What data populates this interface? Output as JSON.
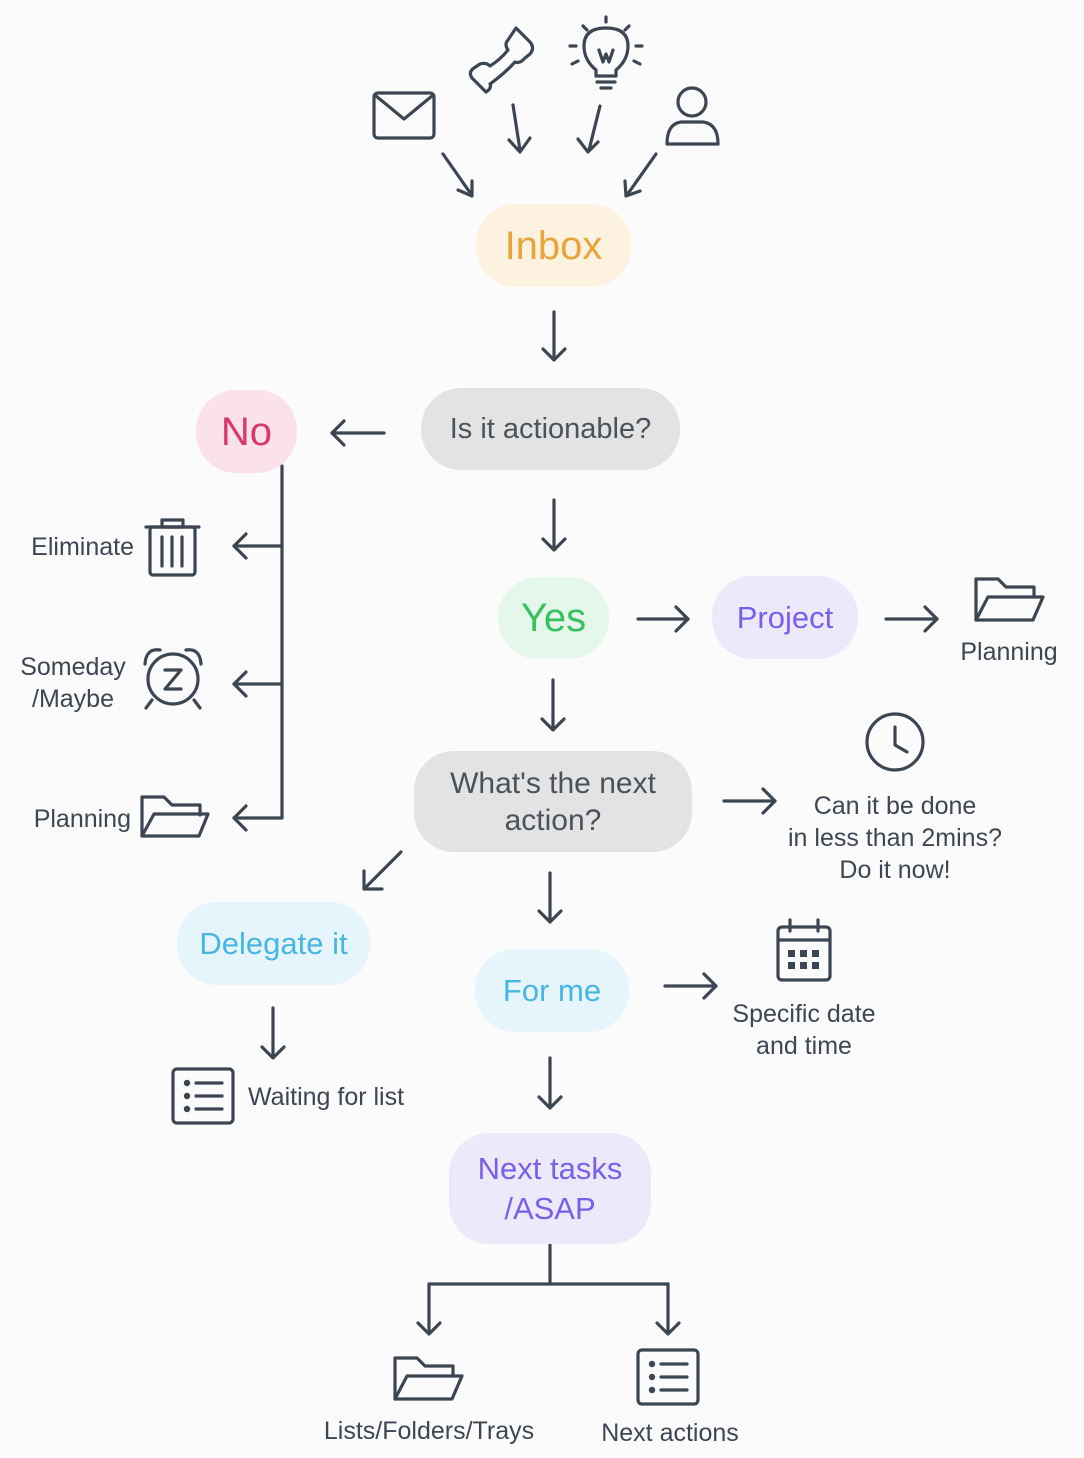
{
  "colors": {
    "line": "#3c4652",
    "inbox_bg": "#fdf1df",
    "inbox_text": "#e8a43c",
    "no_bg": "#fbe2ea",
    "no_text": "#d8386b",
    "gray_bg": "#e3e3e4",
    "gray_text": "#4a525c",
    "yes_bg": "#e4f7ea",
    "yes_text": "#37c160",
    "purple_bg": "#ece9fb",
    "purple_text": "#7a5fe8",
    "blue_bg": "#e6f5fb",
    "blue_text": "#46b6e2"
  },
  "icons": {
    "sources": [
      "envelope-icon",
      "phone-icon",
      "lightbulb-icon",
      "person-icon"
    ],
    "eliminate": "trash-icon",
    "someday": "alarm-clock-icon",
    "planning": "folder-icon",
    "clock": "clock-icon",
    "calendar": "calendar-icon",
    "list": "list-icon"
  },
  "nodes": {
    "inbox": "Inbox",
    "actionable": "Is it actionable?",
    "no": "No",
    "yes": "Yes",
    "project": "Project",
    "next_action_line1": "What's the next",
    "next_action_line2": "action?",
    "delegate": "Delegate it",
    "for_me": "For me",
    "next_tasks_line1": "Next tasks",
    "next_tasks_line2": "/ASAP"
  },
  "labels": {
    "eliminate": "Eliminate",
    "someday_line1": "Someday",
    "someday_line2": "/Maybe",
    "planning_left": "Planning",
    "planning_right": "Planning",
    "two_min_line1": "Can it be done",
    "two_min_line2": "in less than 2mins?",
    "two_min_line3": "Do it now!",
    "specific_line1": "Specific date",
    "specific_line2": "and time",
    "waiting": "Waiting for list",
    "lists_folders": "Lists/Folders/Trays",
    "next_actions": "Next actions"
  }
}
